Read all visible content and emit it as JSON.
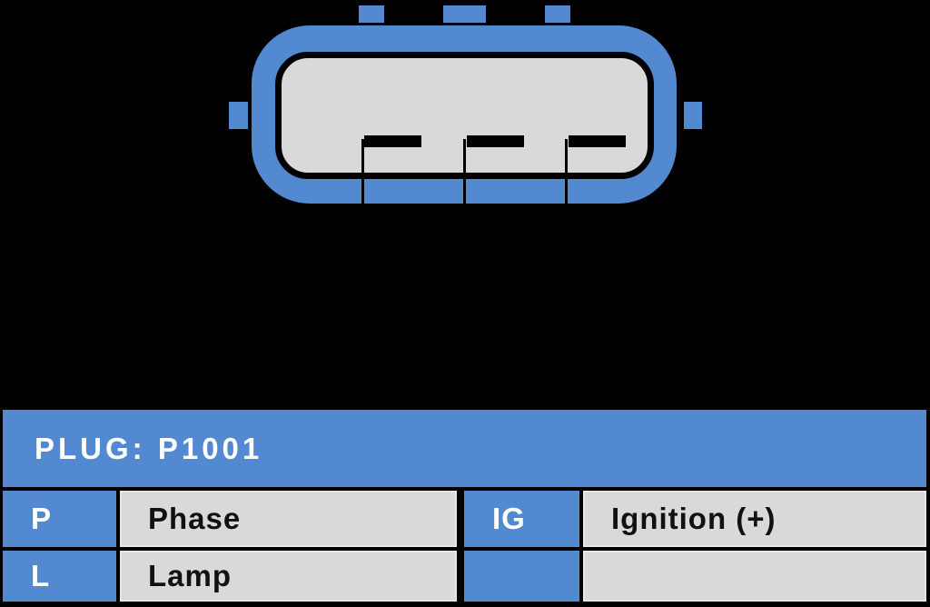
{
  "colors": {
    "background": "#000000",
    "accent_blue": "#5289D0",
    "cell_gray": "#D9D9D9",
    "label_text": "#FFFFFF",
    "desc_text": "#111111"
  },
  "connector_diagram": {
    "description": "3-pin plug connector face view",
    "pin_slot_count": 3,
    "top_tab_count": 3,
    "side_tab_count": 2
  },
  "plug_table": {
    "title": "PLUG: P1001",
    "rows": [
      {
        "pin": "P",
        "description": "Phase",
        "pin2": "IG",
        "description2": "Ignition (+)"
      },
      {
        "pin": "L",
        "description": "Lamp",
        "pin2": "",
        "description2": ""
      }
    ]
  }
}
